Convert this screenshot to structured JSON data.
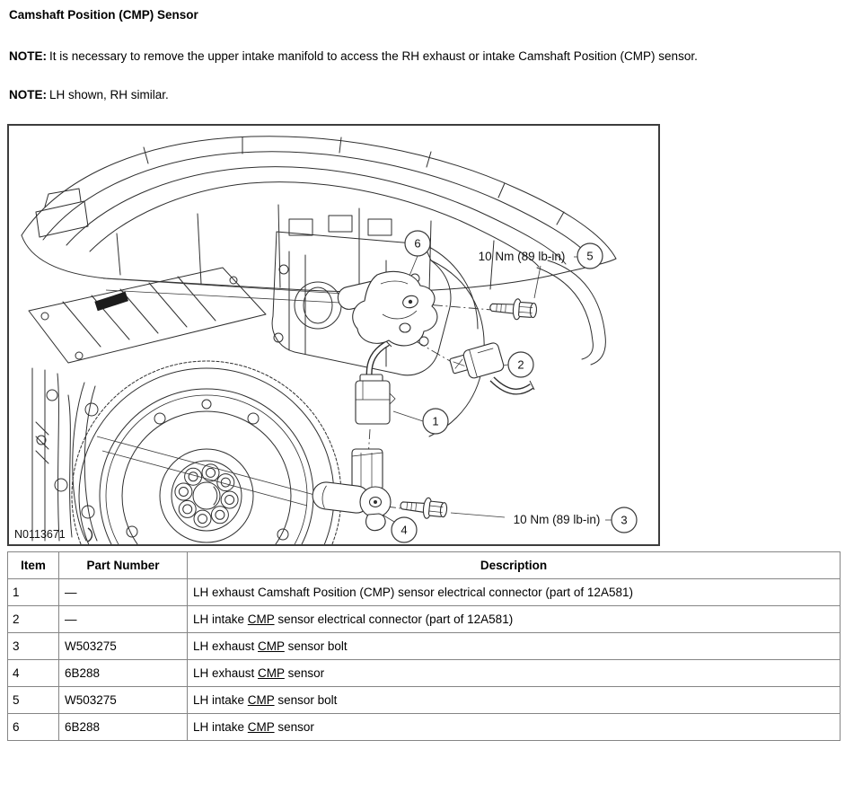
{
  "page": {
    "title": "Camshaft Position (CMP) Sensor",
    "notes": [
      {
        "label": "NOTE:",
        "text": "It is necessary to remove the upper intake manifold to access the RH exhaust or intake Camshaft Position (CMP) sensor."
      },
      {
        "label": "NOTE:",
        "text": "LH shown, RH similar."
      }
    ]
  },
  "figure": {
    "figure_number": "N0113671",
    "callouts": [
      "1",
      "2",
      "3",
      "4",
      "5",
      "6"
    ],
    "torque_labels": [
      {
        "text": "10 Nm (89 lb-in)",
        "for_item": "5"
      },
      {
        "text": "10 Nm (89 lb-in)",
        "for_item": "3"
      }
    ]
  },
  "table": {
    "headers": [
      "Item",
      "Part Number",
      "Description"
    ],
    "rows": [
      {
        "item": "1",
        "part_number": "—",
        "description": [
          {
            "t": "LH exhaust Camshaft Position (CMP) sensor electrical connector (part of 12A581)"
          }
        ]
      },
      {
        "item": "2",
        "part_number": "—",
        "description": [
          {
            "t": "LH intake "
          },
          {
            "t": "CMP",
            "u": true
          },
          {
            "t": " sensor electrical connector (part of 12A581)"
          }
        ]
      },
      {
        "item": "3",
        "part_number": "W503275",
        "description": [
          {
            "t": "LH exhaust "
          },
          {
            "t": "CMP",
            "u": true
          },
          {
            "t": " sensor bolt"
          }
        ]
      },
      {
        "item": "4",
        "part_number": "6B288",
        "description": [
          {
            "t": "LH exhaust "
          },
          {
            "t": "CMP",
            "u": true
          },
          {
            "t": " sensor"
          }
        ]
      },
      {
        "item": "5",
        "part_number": "W503275",
        "description": [
          {
            "t": "LH intake "
          },
          {
            "t": "CMP",
            "u": true
          },
          {
            "t": " sensor bolt"
          }
        ]
      },
      {
        "item": "6",
        "part_number": "6B288",
        "description": [
          {
            "t": "LH intake "
          },
          {
            "t": "CMP",
            "u": true
          },
          {
            "t": " sensor"
          }
        ]
      }
    ]
  },
  "colors": {
    "text": "#000000",
    "drawing_line": "#2f2f2f",
    "frame_border": "#3d3d3d",
    "table_border": "#858585"
  }
}
